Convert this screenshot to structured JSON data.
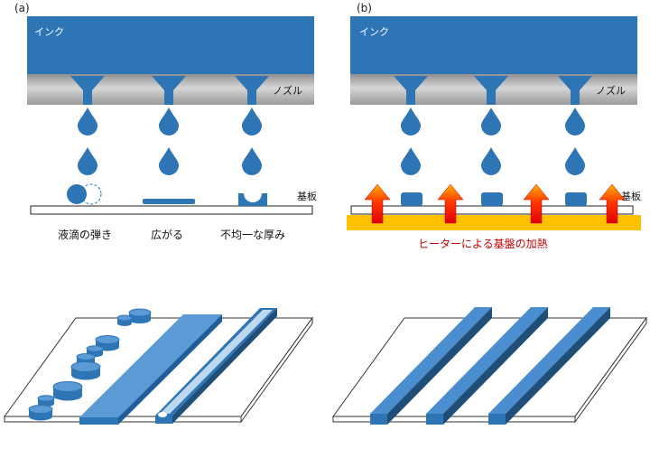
{
  "panel_a": {
    "label": "(a)",
    "ink_label": "インク",
    "nozzle_label": "ノズル",
    "substrate_label": "基板",
    "captions": [
      "液滴の弾き",
      "広がる",
      "不均一な厚み"
    ]
  },
  "panel_b": {
    "label": "(b)",
    "ink_label": "インク",
    "nozzle_label": "ノズル",
    "substrate_label": "基板",
    "heater_caption": "ヒーターによる基盤の加熱"
  },
  "colors": {
    "ink_blue": "#2e75b6",
    "nozzle_gray": "#b3b3b3",
    "heater_yellow": "#ffc000",
    "heat_red": "#ff0000",
    "caption_red": "#c00000"
  }
}
